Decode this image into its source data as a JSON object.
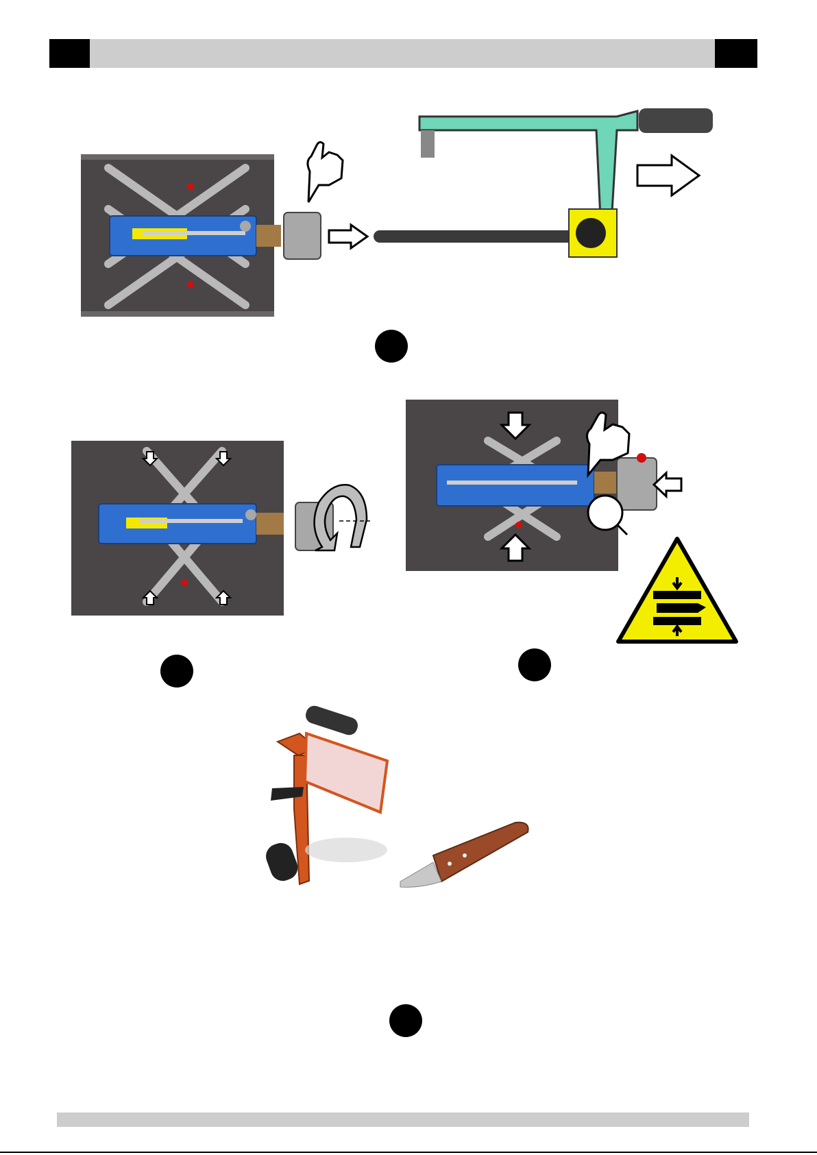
{
  "header": {
    "left_block": "",
    "right_block": ""
  },
  "steps": [
    {
      "id": "step-1",
      "label": ""
    },
    {
      "id": "step-2",
      "label": ""
    },
    {
      "id": "step-3",
      "label": ""
    },
    {
      "id": "step-4",
      "label": ""
    }
  ],
  "icons": {
    "hand": "pointing-hand-icon",
    "arrow": "outline-arrow-icon",
    "rotate": "rotate-arrow-icon",
    "warning": "crush-hazard-warning-icon",
    "magnifier": "magnifier-icon"
  },
  "colors": {
    "pipe": "#4a4546",
    "tool_body": "#2f6fd0",
    "frame": "#6fd6b8",
    "warning_yellow": "#f3ee00",
    "handle_orange": "#d2561e",
    "knife_wood": "#9a4a28"
  },
  "footer": {
    "text": ""
  }
}
